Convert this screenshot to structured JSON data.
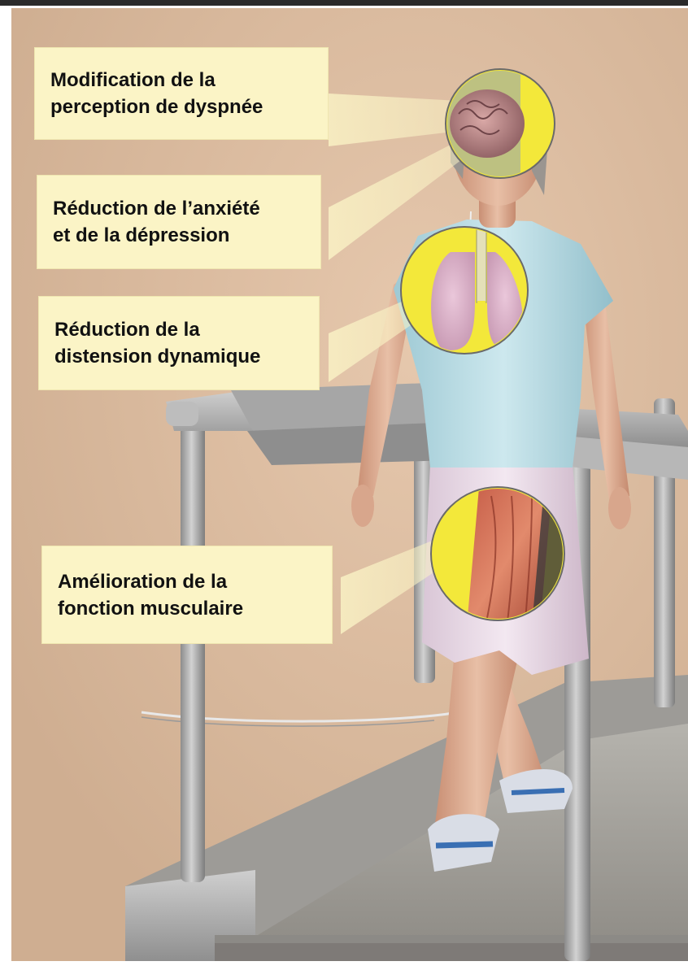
{
  "figure": {
    "labels": [
      {
        "line1": "Modification de la",
        "line2": "perception de dyspnée"
      },
      {
        "line1": "Réduction de l’anxiété",
        "line2": "et de la dépression"
      },
      {
        "line1": "Réduction de la",
        "line2": "distension dynamique"
      },
      {
        "line1": "Amélioration de la",
        "line2": "fonction musculaire"
      }
    ],
    "colors": {
      "background": "#d6b596",
      "label_fill": "#fbf4c6",
      "highlight_yellow": "#f3e83a",
      "shirt": "#bfe0e8",
      "shorts": "#eadbe8",
      "skin": "#e3b49a",
      "treadmill": "#a8a8a8"
    },
    "icons": [
      "brain-icon",
      "lungs-icon",
      "thigh-muscle-icon"
    ]
  }
}
